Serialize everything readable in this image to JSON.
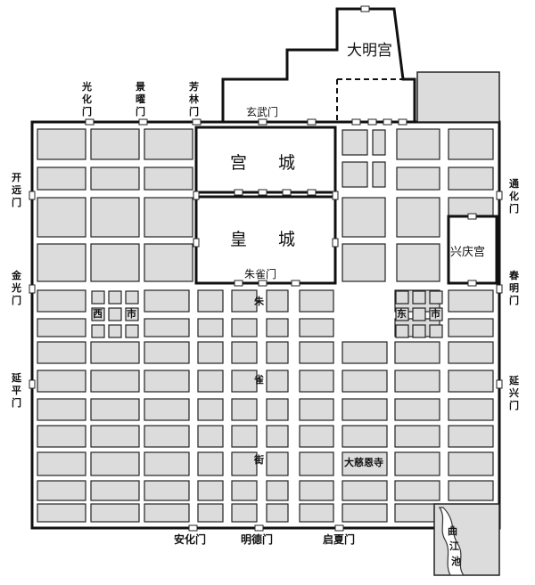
{
  "map": {
    "palaces": {
      "daming": "大明宫",
      "xingqing": "兴庆宫"
    },
    "city_areas": {
      "gongcheng": [
        "宫",
        "城"
      ],
      "huangcheng": [
        "皇",
        "城"
      ]
    },
    "gates_north": [
      "光化门",
      "景曜门",
      "芳林门"
    ],
    "gate_xuanwu": "玄武门",
    "gate_zhuque": "朱雀门",
    "gates_west": [
      "开远门",
      "金光门",
      "延平门"
    ],
    "gates_east": [
      "通化门",
      "春明门",
      "延兴门"
    ],
    "gates_south": [
      "安化门",
      "明德门",
      "启夏门"
    ],
    "street_chars": [
      "朱",
      "雀",
      "街"
    ],
    "markets": {
      "west": [
        "西",
        "市"
      ],
      "east": [
        "东",
        "市"
      ]
    },
    "temple": "大慈恩寺",
    "lake": [
      "曲",
      "江",
      "池"
    ]
  }
}
